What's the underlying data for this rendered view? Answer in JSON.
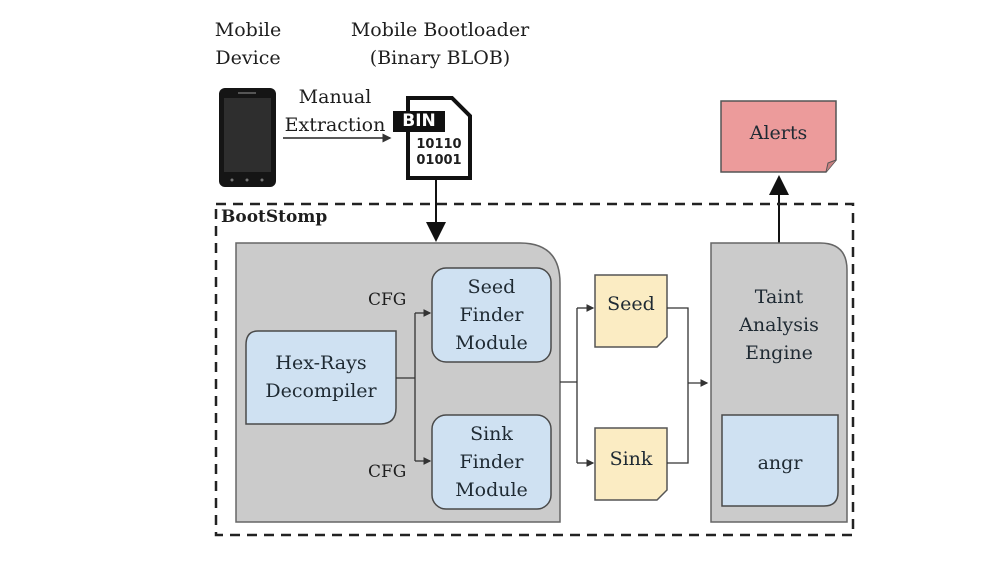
{
  "labels": {
    "mobile_device": [
      "Mobile",
      "Device"
    ],
    "bootloader": [
      "Mobile Bootloader",
      "(Binary BLOB)"
    ],
    "extraction": [
      "Manual",
      "Extraction"
    ],
    "bin_tag": "BIN",
    "bin_bits": [
      "10110",
      "01001"
    ],
    "alerts": "Alerts",
    "bootstomp": "BootStomp",
    "cfg_top": "CFG",
    "cfg_bottom": "CFG",
    "hexrays": [
      "Hex-Rays",
      "Decompiler"
    ],
    "seed_finder": [
      "Seed",
      "Finder",
      "Module"
    ],
    "sink_finder": [
      "Sink",
      "Finder",
      "Module"
    ],
    "seed": "Seed",
    "sink": "Sink",
    "taint_engine": [
      "Taint",
      "Analysis",
      "Engine"
    ],
    "angr": "angr"
  },
  "colors": {
    "module_fill": "#cfe1f2",
    "container_fill": "#cbcbcb",
    "note_fill": "#fbecc3",
    "alert_fill": "#ec9b9b",
    "stroke": "#4a4a4a"
  }
}
